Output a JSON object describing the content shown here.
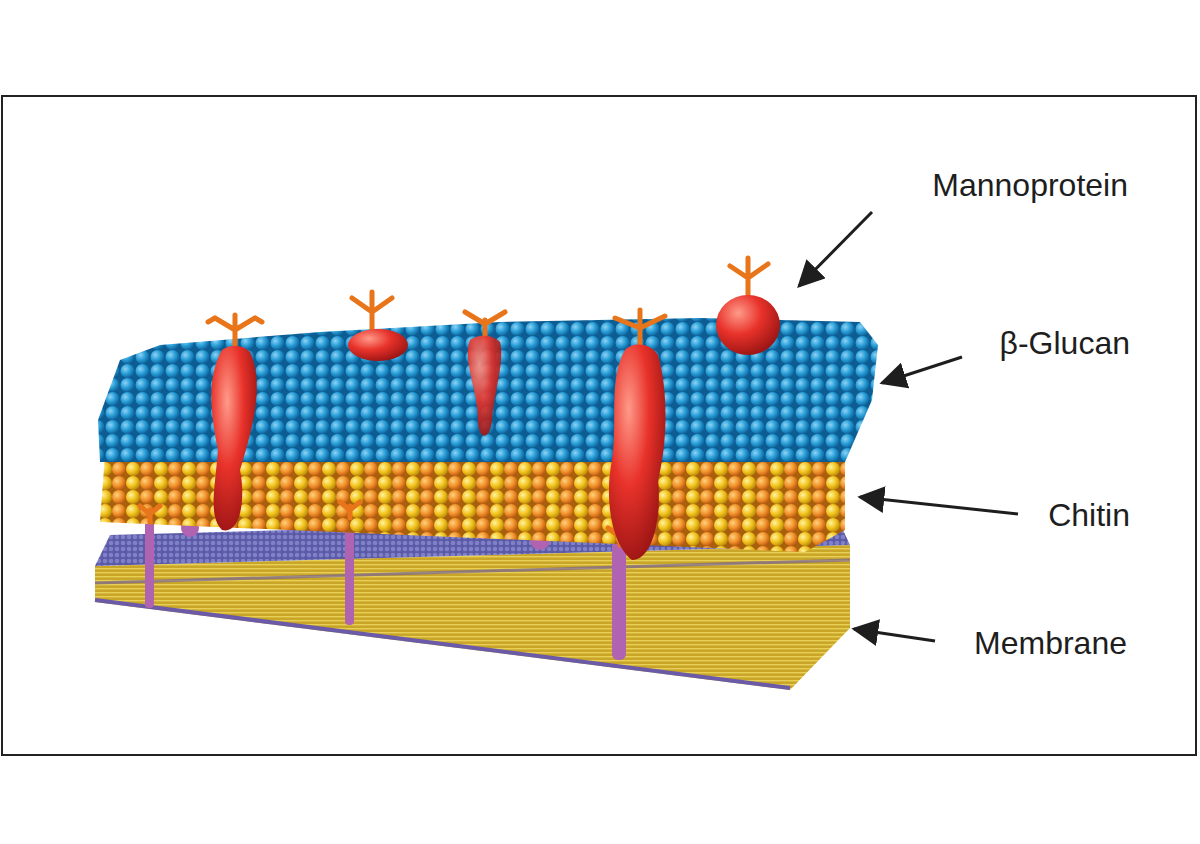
{
  "diagram": {
    "labels": [
      "Mannoprotein",
      "β-Glucan",
      "Chitin",
      "Membrane"
    ]
  }
}
